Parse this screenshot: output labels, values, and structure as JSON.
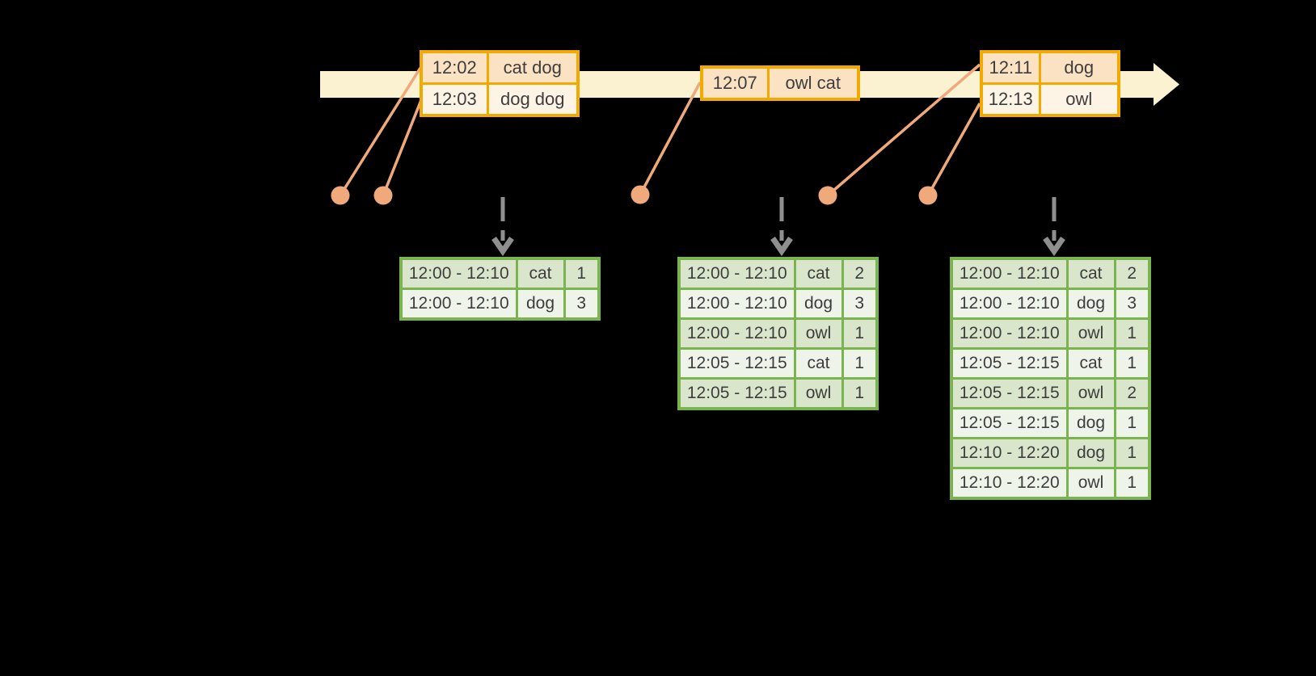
{
  "colors": {
    "background": "#000000",
    "timeline_fill": "#FBF2D2",
    "event_table_border": "#F2AA00",
    "event_row_dark": "#FAE2C2",
    "event_row_light": "#FDF4E6",
    "event_marker": "#F0A97B",
    "trigger_arrow": "#8F8F8F",
    "result_table_border": "#7AB44F",
    "result_row_dark": "#DAE6CC",
    "result_row_light": "#EFF4EB",
    "text": "#3d3d3d"
  },
  "event_tables": [
    {
      "rows": [
        {
          "time": "12:02",
          "words": "cat dog"
        },
        {
          "time": "12:03",
          "words": "dog dog"
        }
      ]
    },
    {
      "rows": [
        {
          "time": "12:07",
          "words": "owl cat"
        }
      ]
    },
    {
      "rows": [
        {
          "time": "12:11",
          "words": "dog"
        },
        {
          "time": "12:13",
          "words": "owl"
        }
      ]
    }
  ],
  "result_tables": [
    {
      "rows": [
        {
          "window": "12:00 - 12:10",
          "word": "cat",
          "count": "1"
        },
        {
          "window": "12:00 - 12:10",
          "word": "dog",
          "count": "3"
        }
      ]
    },
    {
      "rows": [
        {
          "window": "12:00 - 12:10",
          "word": "cat",
          "count": "2"
        },
        {
          "window": "12:00 - 12:10",
          "word": "dog",
          "count": "3"
        },
        {
          "window": "12:00 - 12:10",
          "word": "owl",
          "count": "1"
        },
        {
          "window": "12:05 - 12:15",
          "word": "cat",
          "count": "1"
        },
        {
          "window": "12:05 - 12:15",
          "word": "owl",
          "count": "1"
        }
      ]
    },
    {
      "rows": [
        {
          "window": "12:00 - 12:10",
          "word": "cat",
          "count": "2"
        },
        {
          "window": "12:00 - 12:10",
          "word": "dog",
          "count": "3"
        },
        {
          "window": "12:00 - 12:10",
          "word": "owl",
          "count": "1"
        },
        {
          "window": "12:05 - 12:15",
          "word": "cat",
          "count": "1"
        },
        {
          "window": "12:05 - 12:15",
          "word": "owl",
          "count": "2"
        },
        {
          "window": "12:05 - 12:15",
          "word": "dog",
          "count": "1"
        },
        {
          "window": "12:10 - 12:20",
          "word": "dog",
          "count": "1"
        },
        {
          "window": "12:10 - 12:20",
          "word": "owl",
          "count": "1"
        }
      ]
    }
  ]
}
